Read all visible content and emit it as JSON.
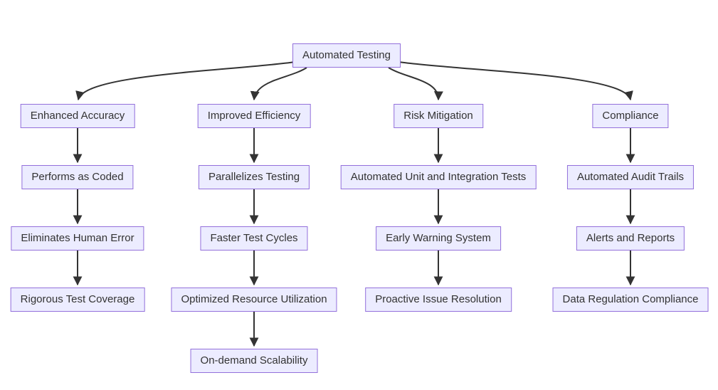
{
  "diagram": {
    "type": "flowchart",
    "root": {
      "label": "Automated Testing"
    },
    "branches": [
      {
        "name": "enhanced-accuracy",
        "nodes": [
          {
            "label": "Enhanced Accuracy"
          },
          {
            "label": "Performs as Coded"
          },
          {
            "label": "Eliminates Human Error"
          },
          {
            "label": "Rigorous Test Coverage"
          }
        ]
      },
      {
        "name": "improved-efficiency",
        "nodes": [
          {
            "label": "Improved Efficiency"
          },
          {
            "label": "Parallelizes Testing"
          },
          {
            "label": "Faster Test Cycles"
          },
          {
            "label": "Optimized Resource Utilization"
          },
          {
            "label": "On-demand Scalability"
          }
        ]
      },
      {
        "name": "risk-mitigation",
        "nodes": [
          {
            "label": "Risk Mitigation"
          },
          {
            "label": "Automated Unit and Integration Tests"
          },
          {
            "label": "Early Warning System"
          },
          {
            "label": "Proactive Issue Resolution"
          }
        ]
      },
      {
        "name": "compliance",
        "nodes": [
          {
            "label": "Compliance"
          },
          {
            "label": "Automated Audit Trails"
          },
          {
            "label": "Alerts and Reports"
          },
          {
            "label": "Data Regulation Compliance"
          }
        ]
      }
    ],
    "colors": {
      "node_fill": "#ECECFF",
      "node_border": "#9370DB",
      "edge": "#333333",
      "text": "#333333"
    }
  }
}
